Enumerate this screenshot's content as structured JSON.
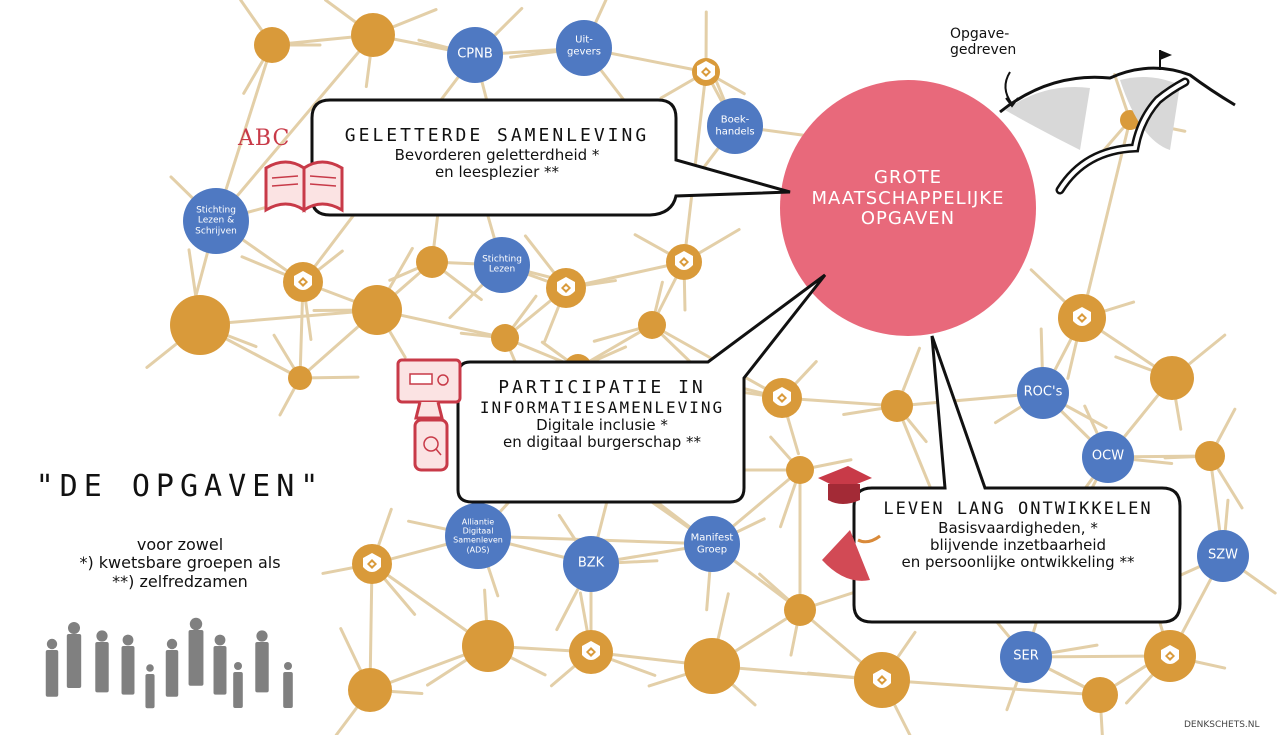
{
  "colors": {
    "node_orange": "#d99a3a",
    "node_blue": "#4f79c2",
    "central_pink": "#e8697b",
    "edge": "#e3cfa8",
    "accent_red": "#c83a48",
    "people_gray": "#808080"
  },
  "central": {
    "line1": "GROTE",
    "line2": "MAATSCHAPPELIJKE",
    "line3": "OPGAVEN"
  },
  "mountain": {
    "line1": "Opgave-",
    "line2": "gedreven"
  },
  "bubbles": [
    {
      "title": "GELETTERDE SAMENLEVING",
      "sub1": "Bevorderen geletterdheid *",
      "sub2": "en leesplezier **"
    },
    {
      "title1": "PARTICIPATIE IN",
      "title2": "INFORMATIESAMENLEVING",
      "sub1": "Digitale inclusie *",
      "sub2": "en digitaal burgerschap **"
    },
    {
      "title": "LEVEN LANG ONTWIKKELEN",
      "sub1": "Basisvaardigheden, *",
      "sub2": "blijvende inzetbaarheid",
      "sub3": "en persoonlijke ontwikkeling **"
    }
  ],
  "blue_nodes": {
    "cpnb": "CPNB",
    "uitgevers1": "Uit-",
    "uitgevers2": "gevers",
    "boekhandels1": "Boek-",
    "boekhandels2": "handels",
    "sls1": "Stichting",
    "sls2": "Lezen &",
    "sls3": "Schrijven",
    "sl1": "Stichting",
    "sl2": "Lezen",
    "roc": "ROC's",
    "ocw": "OCW",
    "szw": "SZW",
    "ser": "SER",
    "bzk": "BZK",
    "manifest1": "Manifest",
    "manifest2": "Groep",
    "ads1": "Alliantie",
    "ads2": "Digitaal",
    "ads3": "Samenleven",
    "ads4": "(ADS)"
  },
  "icons": {
    "abc": "ABC",
    "book": "open-book-icon",
    "computer": "computer-search-icon",
    "phone": "phone-search-icon",
    "grad": "graduation-cap-icon",
    "library": "library-logo-icon",
    "people": "people-group-icon",
    "mountain": "mountain-path-icon"
  },
  "legend": {
    "quote_title": "\"DE OPGAVEN\"",
    "line1": "voor zowel",
    "line2": "*) kwetsbare groepen als",
    "line3": "**) zelfredzamen"
  },
  "credit": "DENKSCHETS.NL"
}
